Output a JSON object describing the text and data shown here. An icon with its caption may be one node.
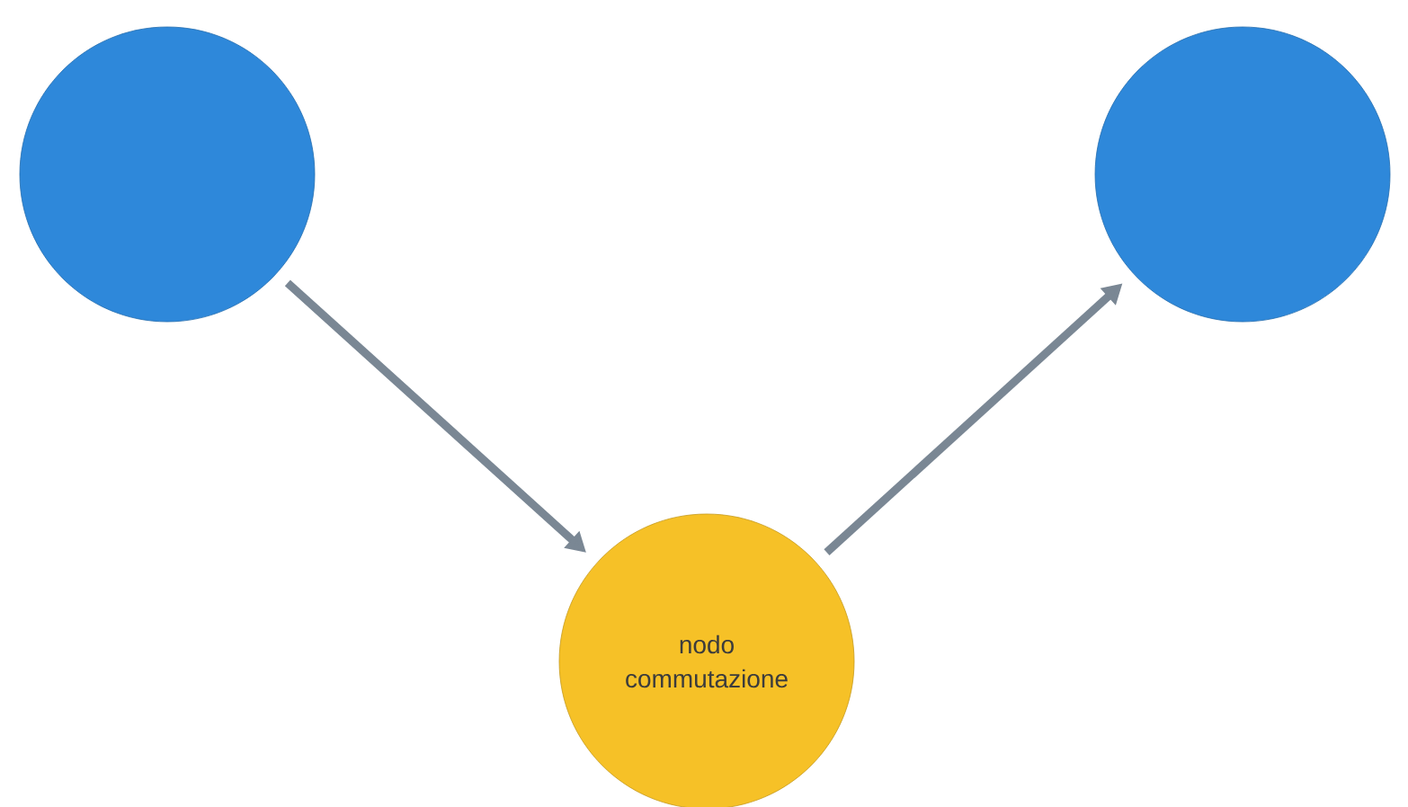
{
  "diagram": {
    "nodes": [
      {
        "text": [],
        "shape": "circle"
      },
      {
        "text": [
          "nodo commutazione"
        ]
      },
      {
        "text": [],
        "shape": "circle"
      }
    ],
    "edges": [
      {
        "from": 0,
        "to": 1,
        "arrow": "to"
      },
      {
        "from": 1,
        "to": 2,
        "arrow": "to"
      }
    ]
  }
}
